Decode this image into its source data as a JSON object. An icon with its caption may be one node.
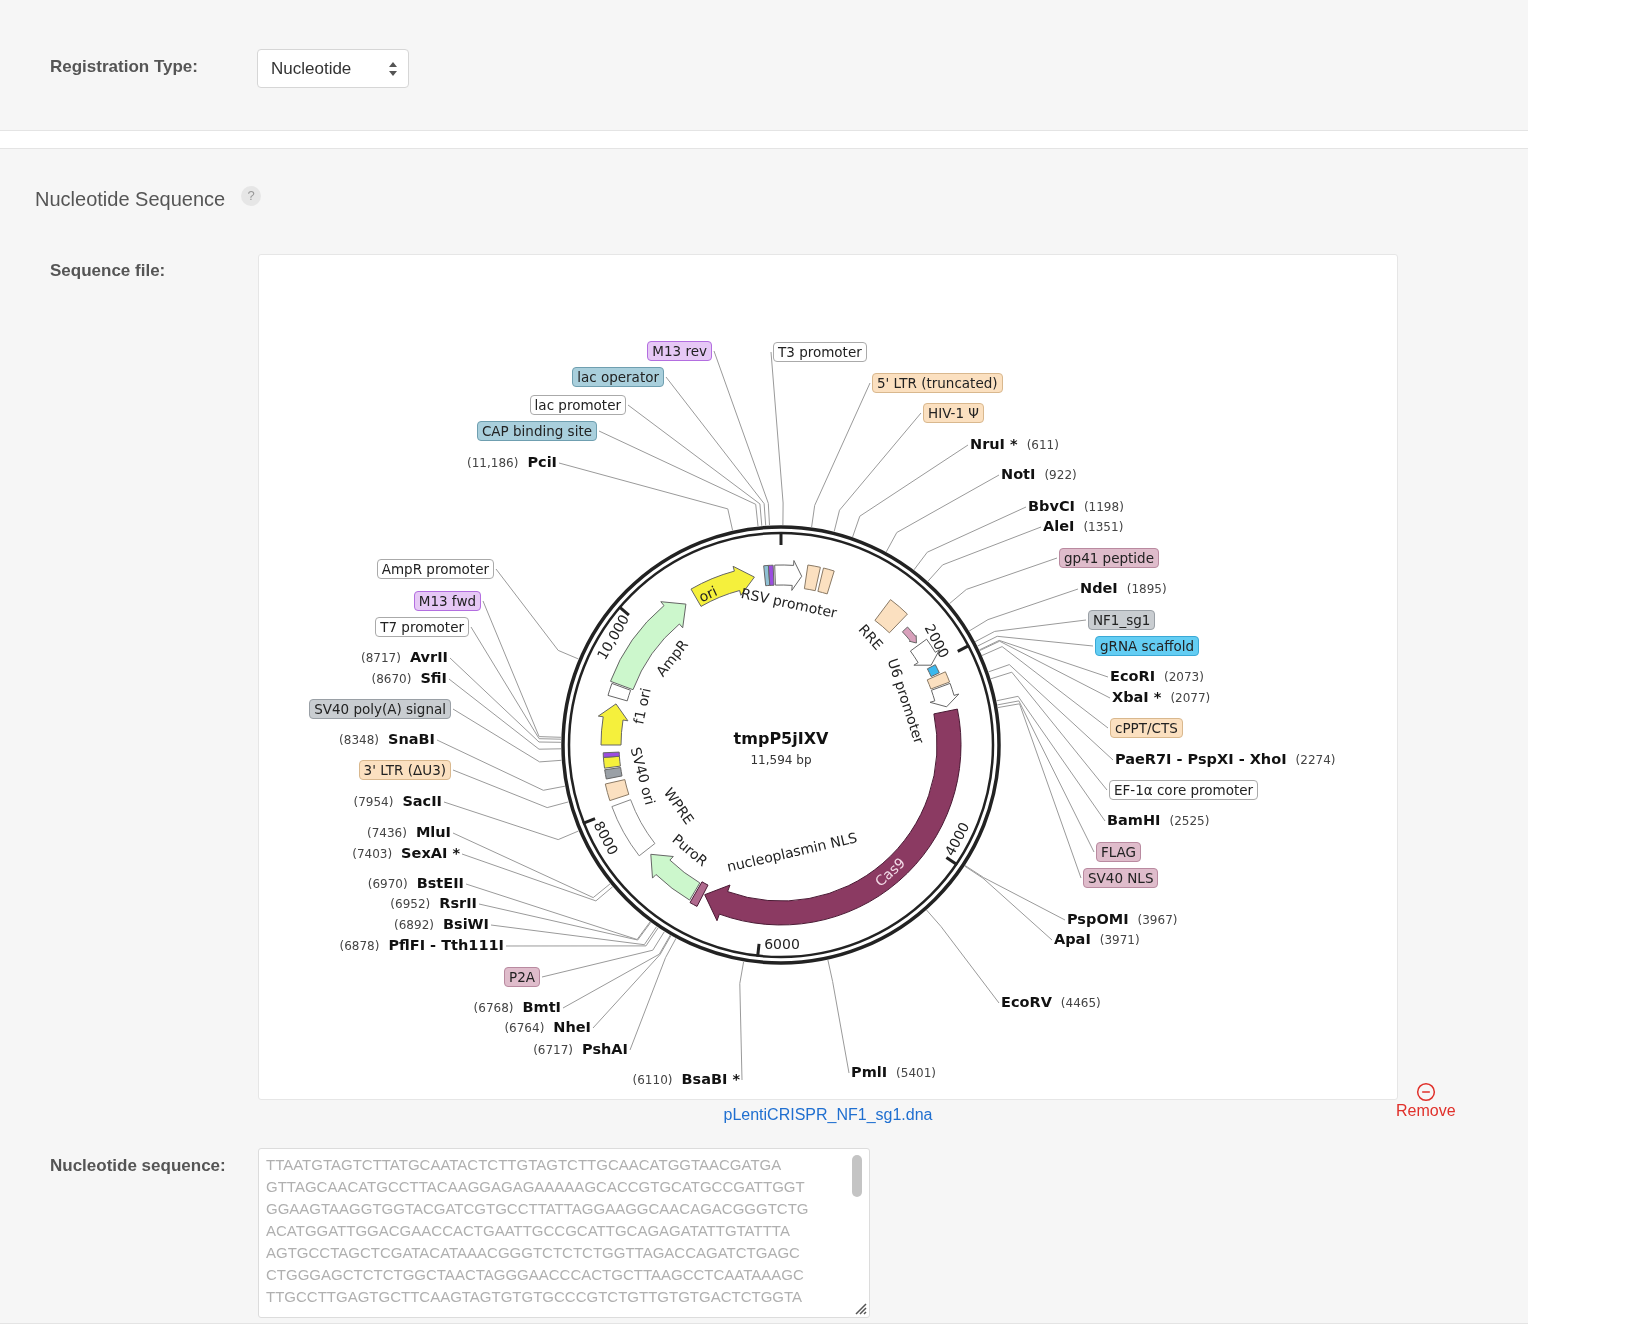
{
  "diagram": {
    "nodes": [
      {
        "text": [
          "M13 rev"
        ]
      },
      {
        "text": [
          "lac operator"
        ]
      },
      {
        "text": [
          "lac promoter"
        ]
      },
      {
        "text": [
          "CAP binding site"
        ]
      },
      {
        "text": [
          "PciI"
        ],
        "beside": [
          "(11,186)"
        ]
      },
      {
        "text": [
          "T3 promoter"
        ]
      },
      {
        "text": [
          "5' LTR (truncated)"
        ]
      },
      {
        "text": [
          "HIV-1 Ψ"
        ]
      },
      {
        "text": [
          "NruI *"
        ],
        "beside": [
          "(611)"
        ]
      },
      {
        "text": [
          "NotI"
        ],
        "beside": [
          "(922)"
        ]
      },
      {
        "text": [
          "BbvCI"
        ],
        "beside": [
          "(1198)"
        ]
      },
      {
        "text": [
          "AleI"
        ],
        "beside": [
          "(1351)"
        ]
      },
      {
        "text": [
          "gp41 peptide"
        ]
      },
      {
        "text": [
          "NdeI"
        ],
        "beside": [
          "(1895)"
        ]
      },
      {
        "text": [
          "NF1_sg1"
        ]
      },
      {
        "text": [
          "gRNA scaffold"
        ]
      },
      {
        "text": [
          "EcoRI"
        ],
        "beside": [
          "(2073)"
        ]
      },
      {
        "text": [
          "XbaI *"
        ],
        "beside": [
          "(2077)"
        ]
      },
      {
        "text": [
          "cPPT/CTS"
        ]
      },
      {
        "text": [
          "PaeR7I - PspXI - XhoI"
        ],
        "beside": [
          "(2274)"
        ]
      },
      {
        "text": [
          "EF-1α core promoter"
        ]
      },
      {
        "text": [
          "BamHI"
        ],
        "beside": [
          "(2525)"
        ]
      },
      {
        "text": [
          "FLAG"
        ]
      },
      {
        "text": [
          "SV40 NLS"
        ]
      },
      {
        "text": [
          "PspOMI"
        ],
        "beside": [
          "(3967)"
        ]
      },
      {
        "text": [
          "ApaI"
        ],
        "beside": [
          "(3971)"
        ]
      },
      {
        "text": [
          "EcoRV"
        ],
        "beside": [
          "(4465)"
        ]
      },
      {
        "text": [
          "PmlI"
        ],
        "beside": [
          "(5401)"
        ]
      },
      {
        "text": [
          "BsaBI *"
        ],
        "beside": [
          "(6110)"
        ]
      },
      {
        "text": [
          "PshAI"
        ],
        "beside": [
          "(6717)"
        ]
      },
      {
        "text": [
          "NheI"
        ],
        "beside": [
          "(6764)"
        ]
      },
      {
        "text": [
          "BmtI"
        ],
        "beside": [
          "(6768)"
        ]
      },
      {
        "text": [
          "P2A"
        ]
      },
      {
        "text": [
          "PflFI - Tth111I"
        ],
        "beside": [
          "(6878)"
        ]
      },
      {
        "text": [
          "BsiWI"
        ],
        "beside": [
          "(6892)"
        ]
      },
      {
        "text": [
          "RsrII"
        ],
        "beside": [
          "(6952)"
        ]
      },
      {
        "text": [
          "BstEII"
        ],
        "beside": [
          "(6970)"
        ]
      },
      {
        "text": [
          "SexAI *"
        ],
        "beside": [
          "(7403)"
        ]
      },
      {
        "text": [
          "MluI"
        ],
        "beside": [
          "(7436)"
        ]
      },
      {
        "text": [
          "SacII"
        ],
        "beside": [
          "(7954)"
        ]
      },
      {
        "text": [
          "3' LTR (ΔU3)"
        ]
      },
      {
        "text": [
          "SnaBI"
        ],
        "beside": [
          "(8348)"
        ]
      },
      {
        "text": [
          "SV40 poly(A) signal"
        ]
      },
      {
        "text": [
          "SfiI"
        ],
        "beside": [
          "(8670)"
        ]
      },
      {
        "text": [
          "AvrII"
        ],
        "beside": [
          "(8717)"
        ]
      },
      {
        "text": [
          "T7 promoter"
        ]
      },
      {
        "text": [
          "M13 fwd"
        ]
      },
      {
        "text": [
          "AmpR promoter"
        ]
      },
      {
        "text": [],
        "shape": "circle"
      }
    ],
    "edges": [
      {
        "from": 0,
        "to": 48,
        "arrow": "none"
      },
      {
        "from": 1,
        "to": 48,
        "arrow": "none"
      },
      {
        "from": 2,
        "to": 48,
        "arrow": "none"
      },
      {
        "from": 3,
        "to": 48,
        "arrow": "none"
      },
      {
        "from": 4,
        "to": 48,
        "arrow": "none"
      },
      {
        "from": 5,
        "to": 48,
        "arrow": "none"
      },
      {
        "from": 6,
        "to": 48,
        "arrow": "none"
      },
      {
        "from": 7,
        "to": 48,
        "arrow": "none"
      },
      {
        "from": 8,
        "to": 48,
        "arrow": "none"
      },
      {
        "from": 9,
        "to": 48,
        "arrow": "none"
      },
      {
        "from": 10,
        "to": 48,
        "arrow": "none"
      },
      {
        "from": 11,
        "to": 48,
        "arrow": "none"
      },
      {
        "from": 12,
        "to": 48,
        "arrow": "none"
      },
      {
        "from": 13,
        "to": 48,
        "arrow": "none"
      },
      {
        "from": 14,
        "to": 48,
        "arrow": "none"
      },
      {
        "from": 15,
        "to": 48,
        "arrow": "none"
      },
      {
        "from": 16,
        "to": 48,
        "arrow": "none"
      },
      {
        "from": 17,
        "to": 48,
        "arrow": "none"
      },
      {
        "from": 18,
        "to": 48,
        "arrow": "none"
      },
      {
        "from": 19,
        "to": 48,
        "arrow": "none"
      },
      {
        "from": 20,
        "to": 48,
        "arrow": "none"
      },
      {
        "from": 21,
        "to": 48,
        "arrow": "none"
      },
      {
        "from": 22,
        "to": 48,
        "arrow": "none"
      },
      {
        "from": 23,
        "to": 48,
        "arrow": "none"
      },
      {
        "from": 24,
        "to": 48,
        "arrow": "none"
      },
      {
        "from": 25,
        "to": 48,
        "arrow": "none"
      },
      {
        "from": 26,
        "to": 48,
        "arrow": "none"
      },
      {
        "from": 27,
        "to": 48,
        "arrow": "none"
      },
      {
        "from": 28,
        "to": 48,
        "arrow": "none"
      },
      {
        "from": 29,
        "to": 48,
        "arrow": "none"
      },
      {
        "from": 30,
        "to": 48,
        "arrow": "none"
      },
      {
        "from": 31,
        "to": 48,
        "arrow": "none"
      },
      {
        "from": 32,
        "to": 48,
        "arrow": "none"
      },
      {
        "from": 33,
        "to": 48,
        "arrow": "none"
      },
      {
        "from": 34,
        "to": 48,
        "arrow": "none"
      },
      {
        "from": 35,
        "to": 48,
        "arrow": "none"
      },
      {
        "from": 36,
        "to": 48,
        "arrow": "none"
      },
      {
        "from": 37,
        "to": 48,
        "arrow": "none"
      },
      {
        "from": 38,
        "to": 48,
        "arrow": "none"
      },
      {
        "from": 39,
        "to": 48,
        "arrow": "none"
      },
      {
        "from": 40,
        "to": 48,
        "arrow": "none"
      },
      {
        "from": 41,
        "to": 48,
        "arrow": "none"
      },
      {
        "from": 42,
        "to": 48,
        "arrow": "none"
      },
      {
        "from": 43,
        "to": 48,
        "arrow": "none"
      },
      {
        "from": 44,
        "to": 48,
        "arrow": "none"
      },
      {
        "from": 45,
        "to": 48,
        "arrow": "none"
      },
      {
        "from": 46,
        "to": 48,
        "arrow": "none"
      },
      {
        "from": 47,
        "to": 48,
        "arrow": "none"
      }
    ],
    "labels": [
      "Registration Type:",
      "Nucleotide",
      "Nucleotide Sequence",
      "?",
      "Sequence file:",
      "tmpP5jIXV",
      "11,594 bp",
      "ori",
      "RSV promoter",
      "RRE",
      "U6 promoter",
      "AmpR",
      "f1 ori",
      "SV40 ori",
      "WPRE",
      "PuroR",
      "nucleoplasmin NLS",
      "Cas9",
      "2000",
      "4000",
      "6000",
      "8000",
      "10,000",
      "pLentiCRISPR_NF1_sg1.dna",
      "Remove",
      "Nucleotide sequence:",
      "TTAATGTAGTCTTATGCAATACTCTTGTAGTCTTGCAACATGGTAACGATGA",
      "GTTAGCAACATGCCTTACAAGGAGAGAAAAAGCACCGTGCATGCCGATTGGT",
      "GGAAGTAAGGTGGTACGATCGTGCCTTATTAGGAAGGCAACAGACGGGTCTG",
      "ACATGGATTGGACGAACCACTGAATTGCCGCATTGCAGAGATATTGTATTTA",
      "AGTGCCTAGCTCGATACATAAACGGGTCTCTCTGGTTAGACCAGATCTGAGC",
      "CTGGGAGCTCTCTGGCTAACTAGGGAACCCACTGCTTAAGCCTCAATAAAGC",
      "TTGCCTTGAGTGCTTCAAGTAGTGTGTGCCCGTCTGTTGTGTGACTCTGGTA"
    ]
  }
}
